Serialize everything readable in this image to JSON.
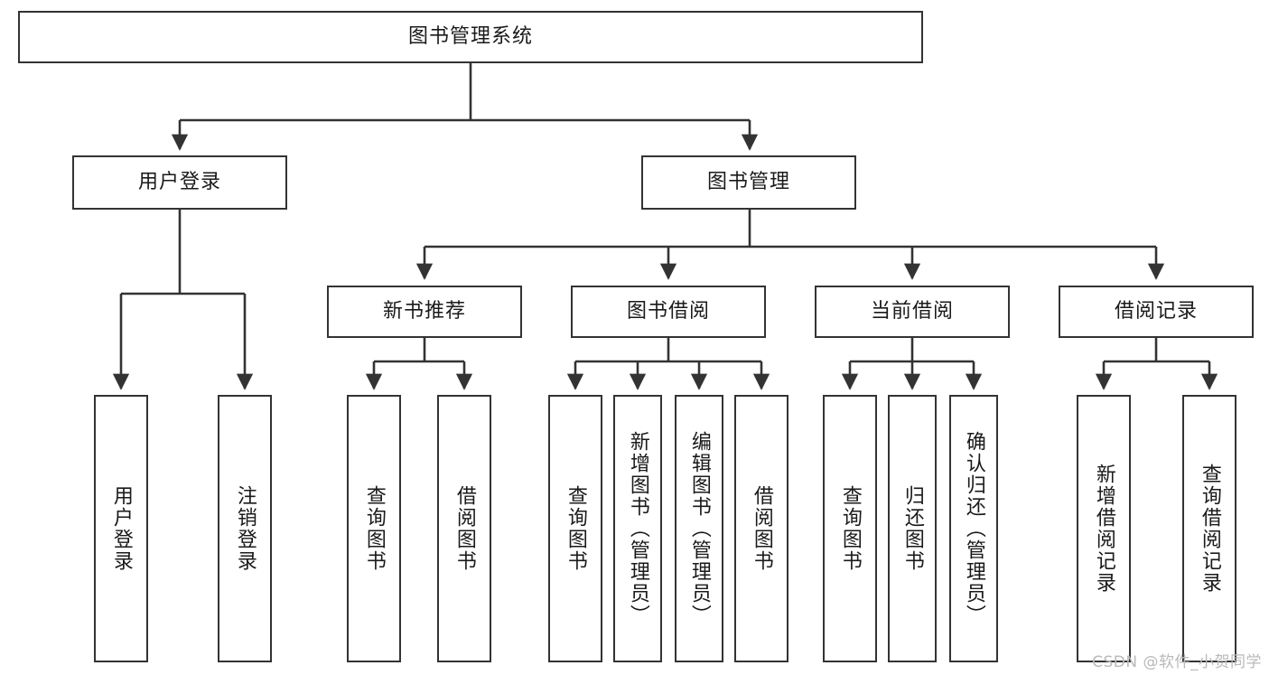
{
  "diagram": {
    "type": "tree",
    "title": "图书管理系统",
    "watermark": "CSDN @软件_小贺同学",
    "colors": {
      "stroke": "#333333",
      "fill": "#ffffff",
      "text": "#1a1a1a",
      "watermark": "#b9b9b9"
    },
    "nodes": {
      "root": {
        "label": "图书管理系统"
      },
      "level2": [
        {
          "id": "user-login",
          "label": "用户登录"
        },
        {
          "id": "book-manage",
          "label": "图书管理"
        }
      ],
      "level3": [
        {
          "id": "new-book-recommend",
          "label": "新书推荐"
        },
        {
          "id": "book-borrow",
          "label": "图书借阅"
        },
        {
          "id": "current-borrow",
          "label": "当前借阅"
        },
        {
          "id": "borrow-record",
          "label": "借阅记录"
        }
      ],
      "leaves": [
        {
          "id": "leaf-user-login",
          "label": "用户登录",
          "parent": "user-login"
        },
        {
          "id": "leaf-logout-login",
          "label": "注销登录",
          "parent": "user-login"
        },
        {
          "id": "leaf-query-book-1",
          "label": "查询图书",
          "parent": "new-book-recommend"
        },
        {
          "id": "leaf-borrow-book-1",
          "label": "借阅图书",
          "parent": "new-book-recommend"
        },
        {
          "id": "leaf-query-book-2",
          "label": "查询图书",
          "parent": "book-borrow"
        },
        {
          "id": "leaf-add-book",
          "label": "新增图书（管理员）",
          "parent": "book-borrow"
        },
        {
          "id": "leaf-edit-book",
          "label": "编辑图书（管理员）",
          "parent": "book-borrow"
        },
        {
          "id": "leaf-borrow-book-2",
          "label": "借阅图书",
          "parent": "book-borrow"
        },
        {
          "id": "leaf-query-book-3",
          "label": "查询图书",
          "parent": "current-borrow"
        },
        {
          "id": "leaf-return-book",
          "label": "归还图书",
          "parent": "current-borrow"
        },
        {
          "id": "leaf-confirm-return",
          "label": "确认归还（管理员）",
          "parent": "current-borrow"
        },
        {
          "id": "leaf-add-record",
          "label": "新增借阅记录",
          "parent": "borrow-record"
        },
        {
          "id": "leaf-query-record",
          "label": "查询借阅记录",
          "parent": "borrow-record"
        }
      ]
    }
  }
}
